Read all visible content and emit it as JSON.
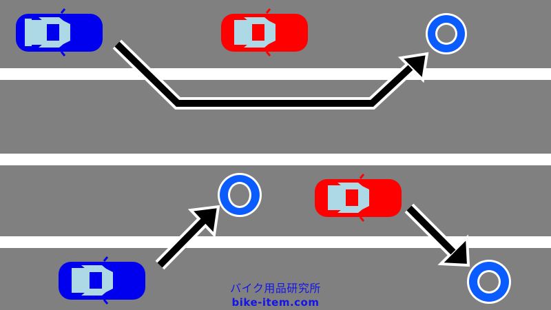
{
  "diagram": {
    "subject": "motorcycle lane filtering / passing paths between cars",
    "colors": {
      "road": "#808080",
      "lane_line": "#ffffff",
      "own_car": "#0000ee",
      "other_car": "#ff0000",
      "window": "#add8e6",
      "arrow": "#000000",
      "target_marker": "#0a5cff",
      "credit_text": "#1414e6"
    },
    "scenes": [
      {
        "name": "top",
        "description": "blue car overtakes red car by moving to adjacent lane and back"
      },
      {
        "name": "bottom",
        "description": "blue car moves up to marker; red car moves down to marker"
      }
    ]
  },
  "credit": {
    "site_name": "バイク用品研究所",
    "url": "bike-item.com"
  }
}
